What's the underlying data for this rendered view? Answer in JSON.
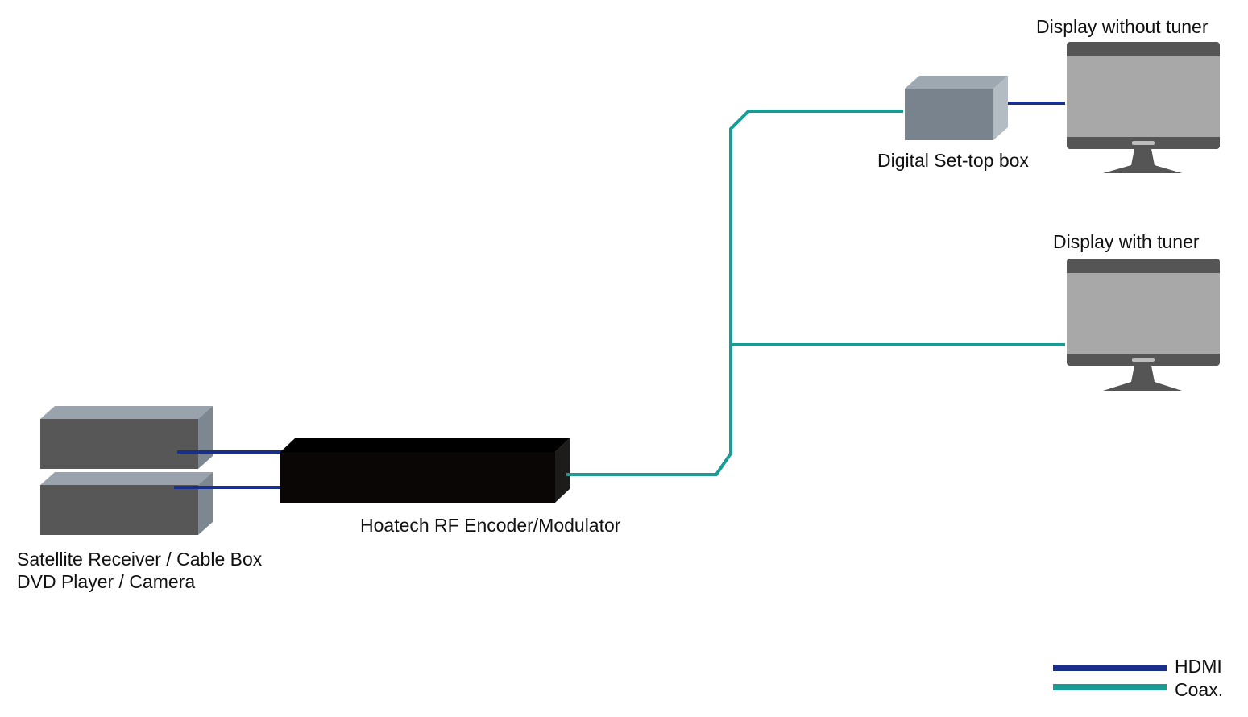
{
  "labels": {
    "display_without_tuner": "Display without tuner",
    "digital_set_top_box": "Digital Set-top box",
    "display_with_tuner": "Display with tuner",
    "encoder": "Hoatech RF Encoder/Modulator",
    "sources_line1": "Satellite Receiver / Cable Box",
    "sources_line2": "DVD Player / Camera"
  },
  "legend": {
    "hdmi": "HDMI",
    "coax": "Coax."
  },
  "colors": {
    "hdmi": "#1a2f8a",
    "coax": "#1a9c94",
    "encoder": "#0a0606",
    "source_box_front": "#575757",
    "source_box_top": "#9aa3ad",
    "source_box_side": "#7d8792",
    "settop_front": "#78838d",
    "settop_top": "#9ea8b1",
    "settop_side": "#b3bcc3",
    "monitor_frame": "#555555",
    "monitor_screen": "#a8a8a8"
  },
  "icons": {
    "source_device": "stacked-box-icon",
    "encoder": "encoder-box-icon",
    "settop": "set-top-box-icon",
    "display": "monitor-icon"
  }
}
